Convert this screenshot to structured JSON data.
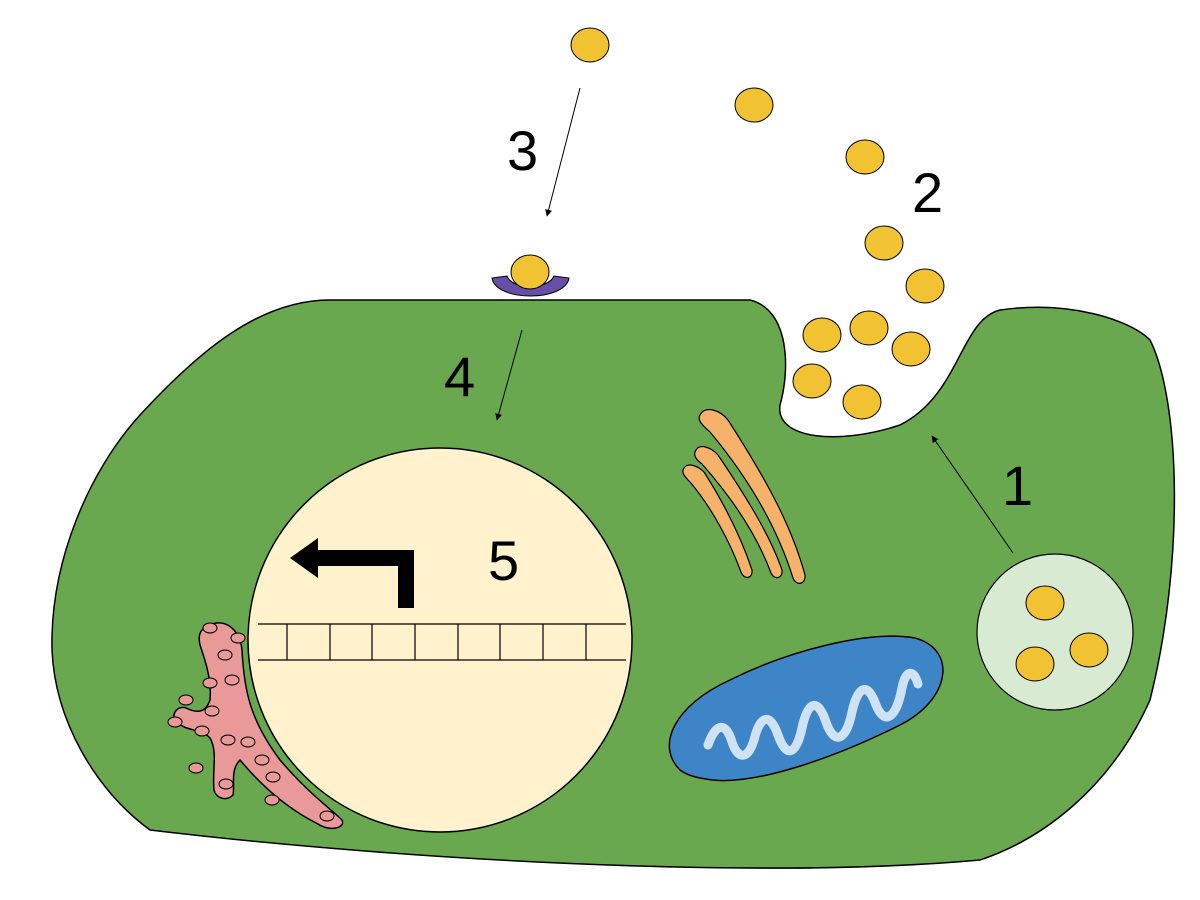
{
  "labels": {
    "step1": "1",
    "step2": "2",
    "step3": "3",
    "step4": "4",
    "step5": "5"
  },
  "colors": {
    "cytoplasm": "#6aa84f",
    "nucleus": "#fff2cc",
    "signal_molecule": "#f1c232",
    "receptor": "#674ea7",
    "vesicle": "#d9ead3",
    "golgi": "#f6b26b",
    "mitochondrion": "#3d85c6",
    "mitochondrion_cristae": "#cfe2f3",
    "rough_er": "#ea9999"
  },
  "icons": {
    "gene_promoter": "bent-arrow-icon",
    "dna": "ladder-icon"
  }
}
